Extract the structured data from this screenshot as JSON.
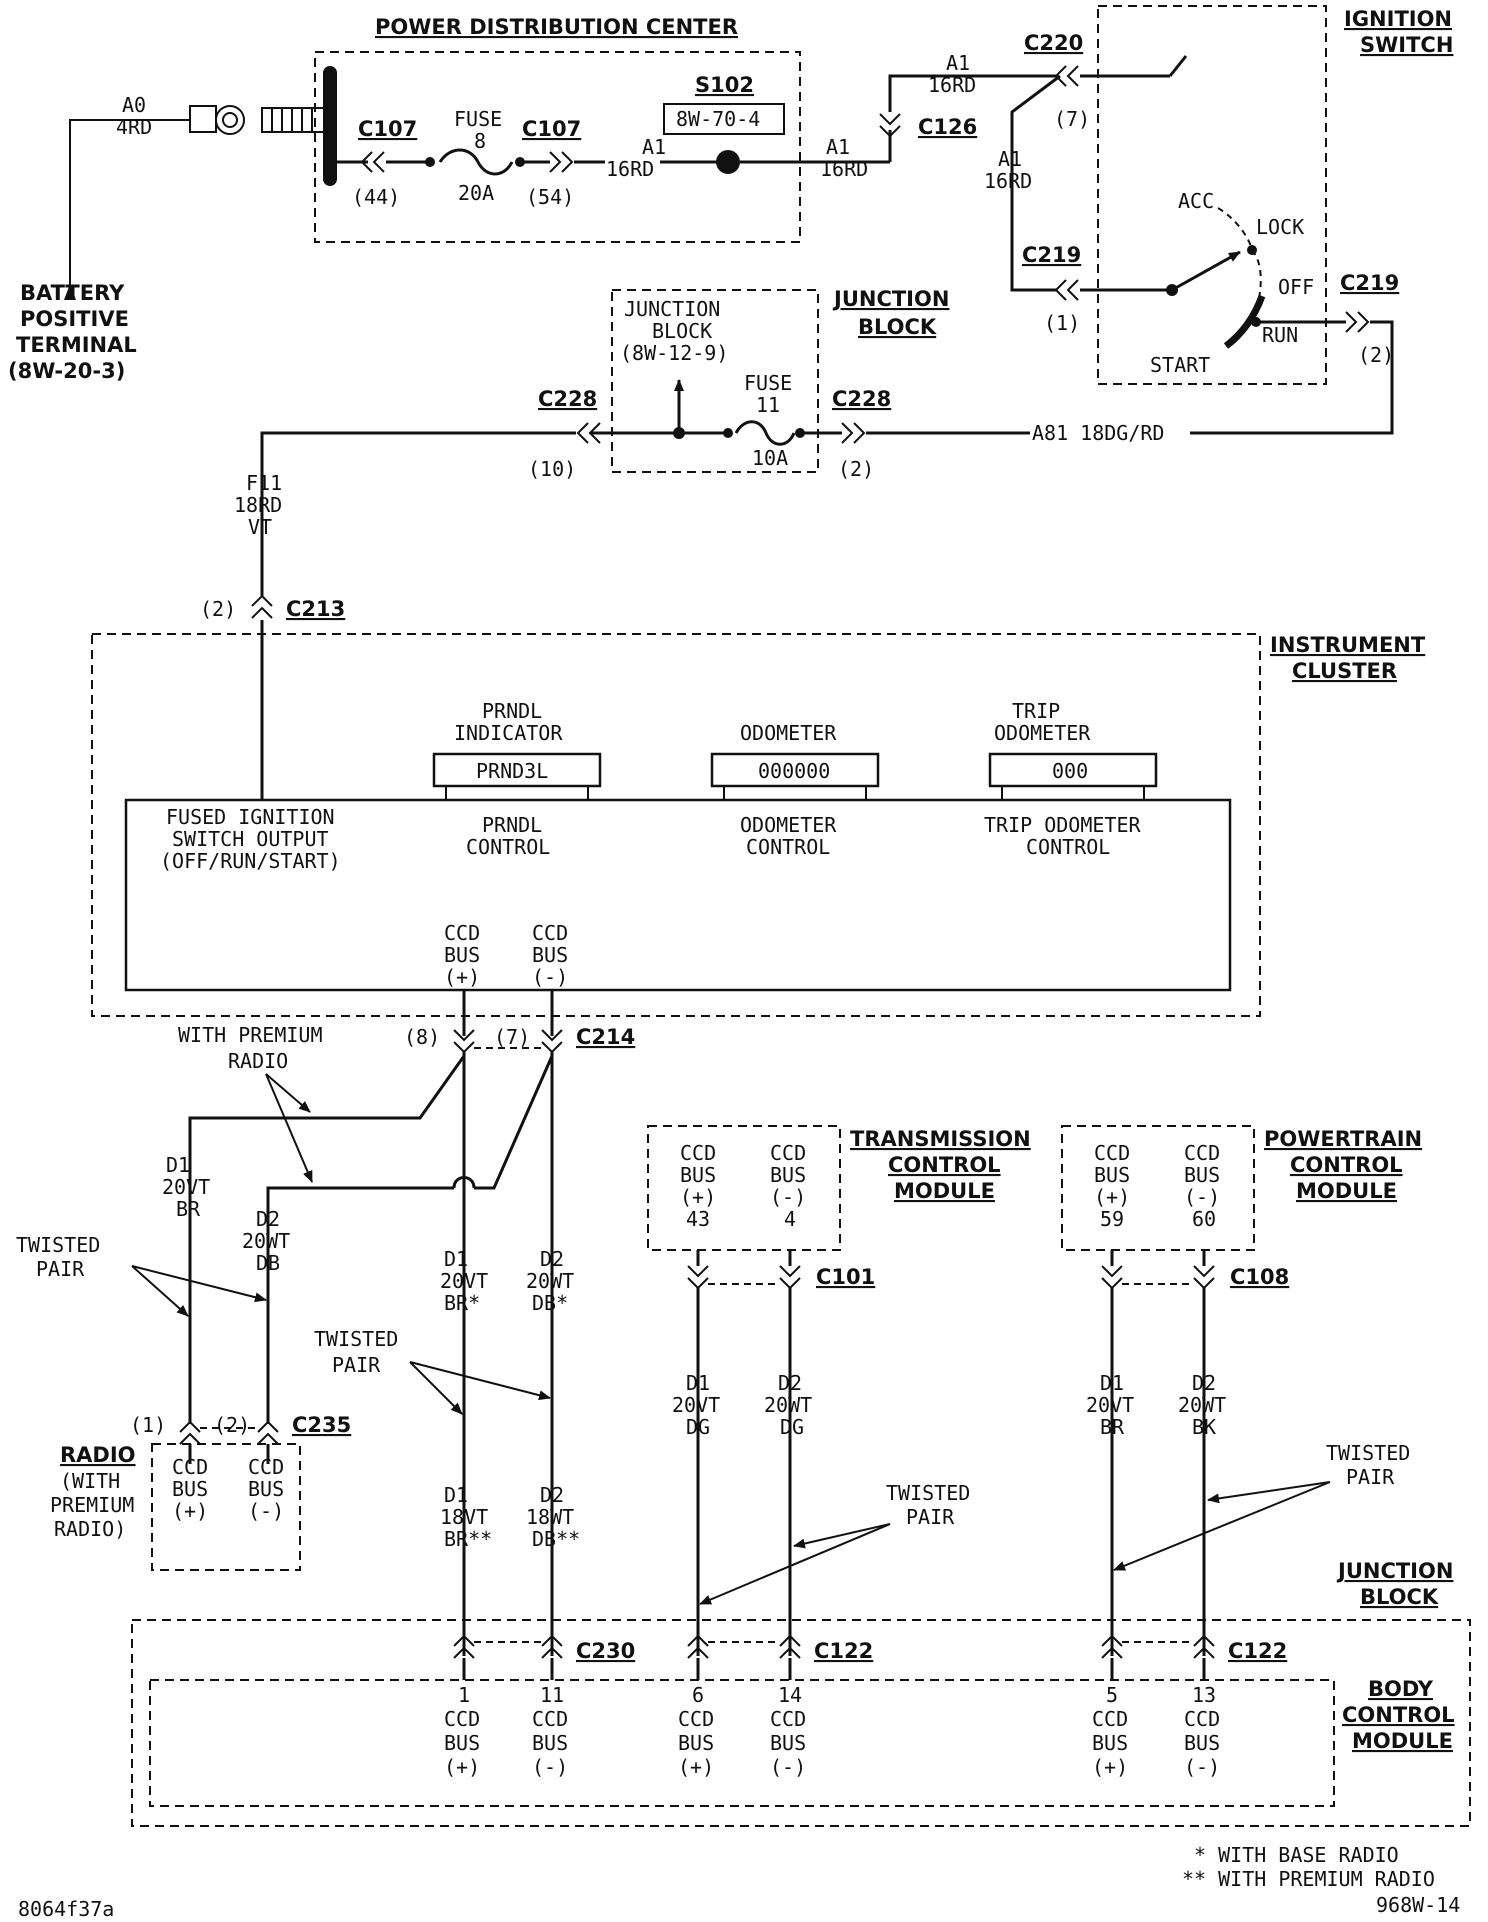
{
  "pdc": {
    "title": "POWER DISTRIBUTION CENTER",
    "c107": "C107",
    "c107_pin_in": "(44)",
    "c107_pin_out": "(54)",
    "fuse_label": "FUSE",
    "fuse_num": "8",
    "fuse_rating": "20A",
    "splice": "S102",
    "splice_ref": "8W-70-4"
  },
  "battery": {
    "wire_circuit": "A0",
    "wire_gauge": "4RD",
    "line1": "BATTERY",
    "line2": "POSITIVE",
    "line3": "TERMINAL",
    "line4": "(8W-20-3)"
  },
  "wire_a1": {
    "circuit": "A1",
    "gauge": "16RD"
  },
  "ignition": {
    "title1": "IGNITION",
    "title2": "SWITCH",
    "c220": "C220",
    "c220_pin": "(7)",
    "c126": "C126",
    "c219": "C219",
    "c219_pin_in": "(1)",
    "c219_pin_out": "(2)",
    "acc": "ACC",
    "lock": "LOCK",
    "off": "OFF",
    "run": "RUN",
    "start": "START"
  },
  "junction_block_fuse": {
    "title1": "JUNCTION",
    "title2": "BLOCK",
    "inner1": "JUNCTION",
    "inner2": "BLOCK",
    "inner3": "(8W-12-9)",
    "fuse_label": "FUSE",
    "fuse_num": "11",
    "fuse_rating": "10A",
    "c228": "C228",
    "c228_pin_in": "(10)",
    "c228_pin_out": "(2)",
    "wire_a81": "A81  18DG/RD"
  },
  "wire_f11": {
    "circuit": "F11",
    "gauge": "18RD",
    "tracer": "VT"
  },
  "c213": {
    "label": "C213",
    "pin": "(2)"
  },
  "cluster": {
    "title1": "INSTRUMENT",
    "title2": "CLUSTER",
    "prndl_title1": "PRNDL",
    "prndl_title2": "INDICATOR",
    "prndl_display": "PRND3L",
    "odo_title": "ODOMETER",
    "odo_display": "000000",
    "trip_title1": "TRIP",
    "trip_title2": "ODOMETER",
    "trip_display": "000",
    "fused1": "FUSED IGNITION",
    "fused2": "SWITCH OUTPUT",
    "fused3": "(OFF/RUN/START)",
    "prndl_ctrl1": "PRNDL",
    "prndl_ctrl2": "CONTROL",
    "odo_ctrl1": "ODOMETER",
    "odo_ctrl2": "CONTROL",
    "trip_ctrl1": "TRIP ODOMETER",
    "trip_ctrl2": "CONTROL",
    "ccd": "CCD",
    "bus": "BUS",
    "plus": "(+)",
    "minus": "(-)"
  },
  "c214": {
    "label": "C214",
    "pin_a": "(8)",
    "pin_b": "(7)"
  },
  "premium": {
    "line1": "WITH PREMIUM",
    "line2": "RADIO"
  },
  "twisted": {
    "line1": "TWISTED",
    "line2": "PAIR"
  },
  "wires": {
    "d1": "D1",
    "d2": "D2",
    "g20vt": "20VT",
    "g20wt": "20WT",
    "g18vt": "18VT",
    "g18wt": "18WT",
    "br": "BR",
    "db": "DB",
    "br_star": "BR*",
    "db_star": "DB*",
    "br_dstar": "BR**",
    "db_dstar": "DB**",
    "dg": "DG",
    "bk": "BK"
  },
  "radio": {
    "title": "RADIO",
    "sub1": "(WITH",
    "sub2": "PREMIUM",
    "sub3": "RADIO)",
    "c235": "C235",
    "pin1": "(1)",
    "pin2": "(2)"
  },
  "tcm": {
    "title1": "TRANSMISSION",
    "title2": "CONTROL",
    "title3": "MODULE",
    "pin_plus": "43",
    "pin_minus": "4",
    "connector": "C101"
  },
  "pcm": {
    "title1": "POWERTRAIN",
    "title2": "CONTROL",
    "title3": "MODULE",
    "pin_plus": "59",
    "pin_minus": "60",
    "connector": "C108"
  },
  "bcm": {
    "jb_title1": "JUNCTION",
    "jb_title2": "BLOCK",
    "title1": "BODY",
    "title2": "CONTROL",
    "title3": "MODULE",
    "c230": "C230",
    "c122": "C122",
    "pins": [
      "1",
      "11",
      "6",
      "14",
      "5",
      "13"
    ]
  },
  "footer": {
    "note1": "*  WITH BASE RADIO",
    "note2": "** WITH PREMIUM RADIO",
    "left_code": "8064f37a",
    "right_code": "968W-14"
  }
}
